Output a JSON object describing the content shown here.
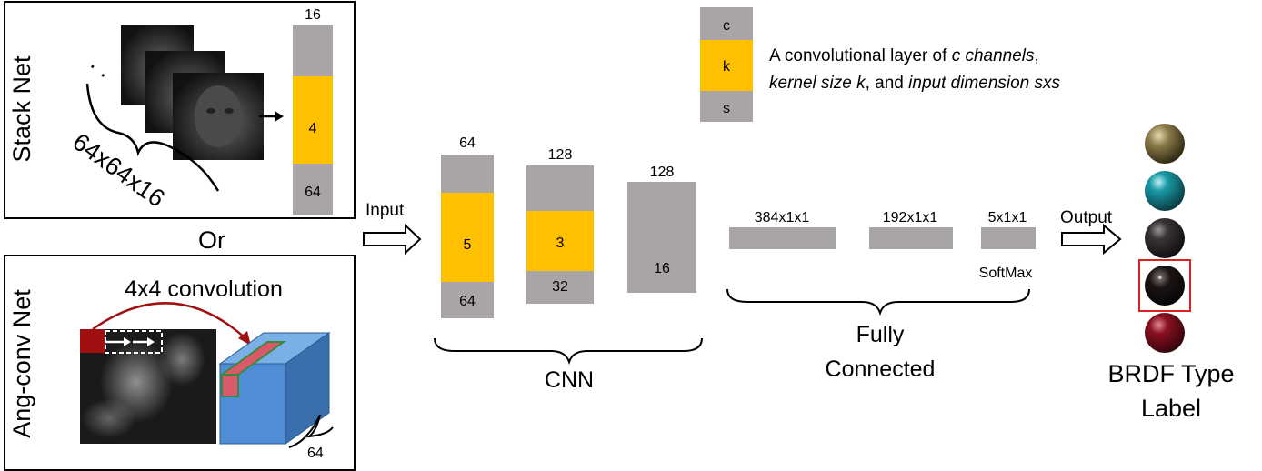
{
  "colors": {
    "layer_gray": "#aaa5a5",
    "layer_orange": "#ffc000",
    "arrow_red": "#a01010",
    "cube_front": "#4f8ed6",
    "cube_top": "#7bb0e6",
    "cube_side": "#3a6fae",
    "slice": "#d85a6a",
    "slice_edge": "#3a8a3a",
    "highlight_box": "#e02020"
  },
  "stack_net": {
    "side_label": "Stack Net",
    "dims_label": "64x64x16",
    "dots": ". .",
    "layer": {
      "c": "16",
      "k": "4",
      "s": "64"
    }
  },
  "or_label": "Or",
  "ang_conv_net": {
    "side_label": "Ang-conv Net",
    "conv_label": "4x4 convolution",
    "depth_label": "64"
  },
  "input_label": "Input",
  "cnn": {
    "label": "CNN",
    "layers": [
      {
        "c": "64",
        "k": "5",
        "s": "64"
      },
      {
        "c": "128",
        "k": "3",
        "s": "32"
      },
      {
        "c": "128",
        "s": "16"
      }
    ]
  },
  "fully_connected": {
    "label_line1": "Fully",
    "label_line2": "Connected",
    "layers": [
      {
        "dim": "384x1x1"
      },
      {
        "dim": "192x1x1"
      },
      {
        "dim": "5x1x1",
        "note": "SoftMax"
      }
    ]
  },
  "output_label": "Output",
  "legend": {
    "c": "c",
    "k": "k",
    "s": "s",
    "line1_prefix": "A convolutional layer of ",
    "line1_italic": "c channels",
    "line1_suffix": ",",
    "line2_italic1": "kernel size k",
    "line2_mid": ", and ",
    "line2_italic2": "input dimension sxs"
  },
  "brdf": {
    "label_line1": "BRDF Type",
    "label_line2": "Label",
    "spheres": [
      {
        "name": "gold",
        "color": "#8a7a48",
        "highlighted": false
      },
      {
        "name": "teal",
        "color": "#1a8a96",
        "highlighted": false
      },
      {
        "name": "dark-gray",
        "color": "#3a3438",
        "highlighted": false
      },
      {
        "name": "black",
        "color": "#1c1414",
        "highlighted": true
      },
      {
        "name": "crimson",
        "color": "#8a1022",
        "highlighted": false
      }
    ]
  }
}
